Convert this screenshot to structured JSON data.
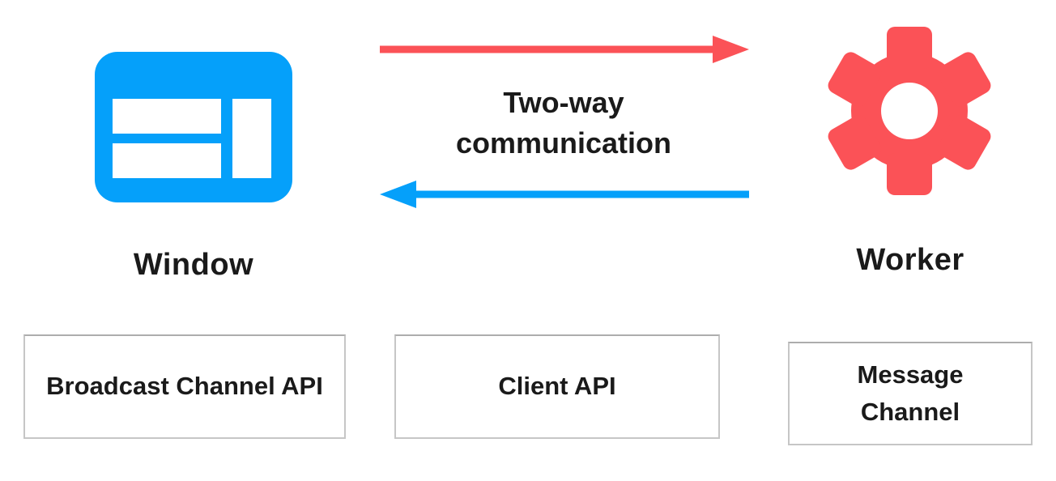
{
  "nodes": {
    "window": {
      "label": "Window",
      "icon": "browser-window-icon"
    },
    "worker": {
      "label": "Worker",
      "icon": "gear-icon"
    }
  },
  "communication": {
    "label": "Two-way communication",
    "arrows": [
      {
        "direction": "right",
        "color": "#fb5257"
      },
      {
        "direction": "left",
        "color": "#05a0fa"
      }
    ]
  },
  "api_boxes": [
    {
      "label": "Broadcast Channel API"
    },
    {
      "label": "Client API"
    },
    {
      "label": "Message Channel"
    }
  ],
  "colors": {
    "blue": "#05a0fa",
    "red": "#fb5257",
    "text": "#1a1a1a",
    "box_border": "#c6c6c6",
    "background": "#ffffff"
  }
}
